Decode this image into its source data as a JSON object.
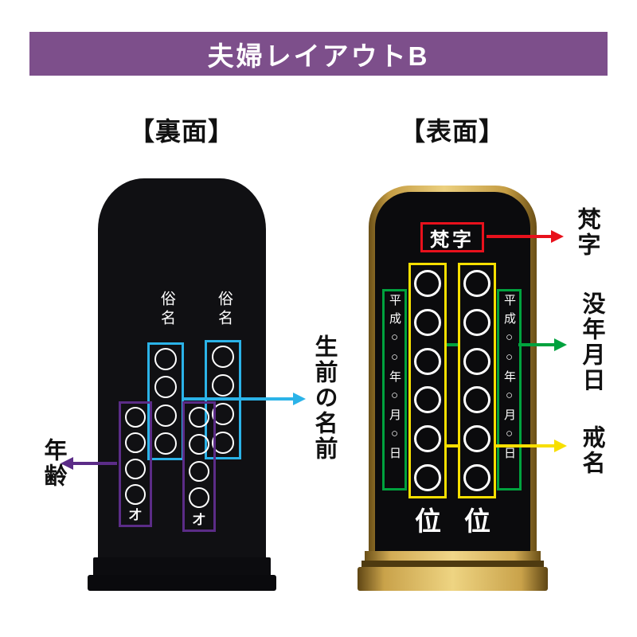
{
  "header": {
    "title": "夫婦レイアウトB"
  },
  "sections": {
    "back_heading": "【裏面】",
    "front_heading": "【表面】"
  },
  "back_tablet": {
    "name_label_1": "俗名",
    "name_label_2": "俗名",
    "age_suffix_1": "才",
    "age_suffix_2": "才"
  },
  "front_tablet": {
    "bonji": "梵字",
    "date_left": "平成○○年○月○日",
    "date_right": "平成○○年○月○日",
    "rank_left": "位",
    "rank_right": "位"
  },
  "annotations": {
    "living_name": "生前の名前",
    "age": "年齢",
    "bonji": "梵字",
    "death_date": "没年月日",
    "kaimyo": "戒名"
  },
  "colors": {
    "header_bg": "#7d4f8b",
    "cyan": "#2bb3e8",
    "purple": "#5b2c87",
    "red": "#e8111c",
    "green": "#00a23e",
    "yellow": "#f7df00",
    "gold": "#c49c43",
    "tablet_black": "#0b0b0d"
  }
}
